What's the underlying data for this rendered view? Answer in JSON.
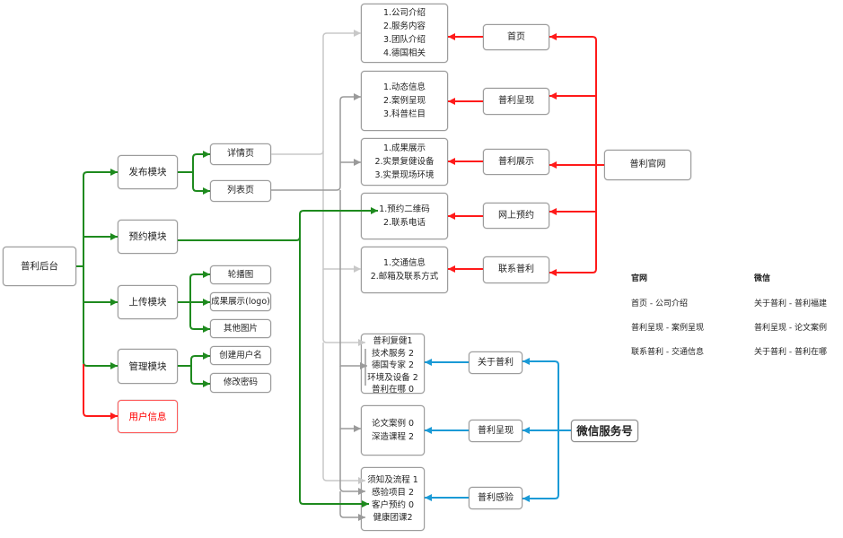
{
  "backend": {
    "root": "普利后台",
    "modules": [
      "发布模块",
      "预约模块",
      "上传模块",
      "管理模块",
      "用户信息"
    ],
    "publish_children": [
      "详情页",
      "列表页"
    ],
    "upload_children": [
      "轮播图",
      "成果展示(logo)",
      "其他图片"
    ],
    "manage_children": [
      "创建用户名",
      "修改密码"
    ]
  },
  "website": {
    "root": "普利官网",
    "pages": [
      "首页",
      "普利呈现",
      "普利展示",
      "网上预约",
      "联系普利"
    ],
    "contents": [
      [
        "1.公司介绍",
        "2.服务内容",
        "3.团队介绍",
        "4.德国相关"
      ],
      [
        "1.动态信息",
        "2.案例呈现",
        "3.科普栏目"
      ],
      [
        "1.成果展示",
        "2.实景复健设备",
        "3.实景现场环境"
      ],
      [
        "1.预约二维码",
        "2.联系电话"
      ],
      [
        "1.交通信息",
        "2.邮箱及联系方式"
      ]
    ]
  },
  "wechat": {
    "root": "微信服务号",
    "menus": [
      "关于普利",
      "普利呈现",
      "普利感验"
    ],
    "contents": [
      [
        "普利复健1",
        "技术服务 2",
        "德国专家 2",
        "环境及设备 2",
        "普利在哪 0"
      ],
      [
        "论文案例 0",
        "深造课程 2"
      ],
      [
        "须知及流程 1",
        "感验项目 2",
        "客户预约 0",
        "健康团课2"
      ]
    ]
  },
  "legend": {
    "website": {
      "title": "官网",
      "rows": [
        "首页 - 公司介绍",
        "普利呈现 - 案例呈现",
        "联系普利 - 交通信息"
      ]
    },
    "wechat": {
      "title": "微信",
      "rows": [
        "关于普利 - 普利福建",
        "普利呈现 - 论文案例",
        "关于普利 - 普利在哪"
      ]
    }
  },
  "colors": {
    "backend_links": "#1e8a1e",
    "website_links": "#ff1a1a",
    "wechat_links": "#1a9ad6",
    "detail_links": "#c8c8c8",
    "list_links": "#9a9a9a",
    "user_info": "#ff0000"
  }
}
